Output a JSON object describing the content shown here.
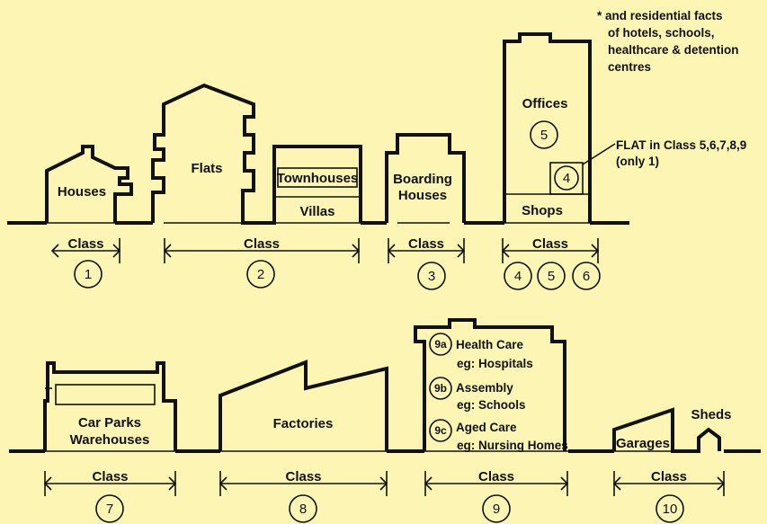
{
  "colors": {
    "background": "#fdf5b4",
    "ink": "#111111"
  },
  "note": {
    "lines": [
      "* and residential facts",
      "of hotels, schools,",
      "healthcare & detention",
      "centres"
    ]
  },
  "buildings": {
    "houses": "Houses",
    "flats": "Flats",
    "townhouses": "Townhouses",
    "villas": "Villas",
    "boarding_line1": "Boarding",
    "boarding_line2": "Houses",
    "offices": "Offices",
    "offices_class": "5",
    "flat_class": "4",
    "shops": "Shops",
    "carparks_line1": "Car Parks",
    "carparks_line2": "Warehouses",
    "factories": "Factories",
    "garages": "Garages",
    "sheds": "Sheds"
  },
  "flat_callout": {
    "line1": "FLAT in Class 5,6,7,8,9",
    "line2": "(only 1)"
  },
  "class9": [
    {
      "badge": "9a",
      "title": "Health Care",
      "example": "eg: Hospitals"
    },
    {
      "badge": "9b",
      "title": "Assembly",
      "example": "eg: Schools"
    },
    {
      "badge": "9c",
      "title": "Aged Care",
      "example": "eg: Nursing Homes"
    }
  ],
  "class_label": "Class",
  "classes": [
    {
      "numbers": [
        "1"
      ]
    },
    {
      "numbers": [
        "2"
      ]
    },
    {
      "numbers": [
        "3"
      ]
    },
    {
      "numbers": [
        "4",
        "5",
        "6"
      ]
    },
    {
      "numbers": [
        "7"
      ]
    },
    {
      "numbers": [
        "8"
      ]
    },
    {
      "numbers": [
        "9"
      ]
    },
    {
      "numbers": [
        "10"
      ]
    }
  ]
}
